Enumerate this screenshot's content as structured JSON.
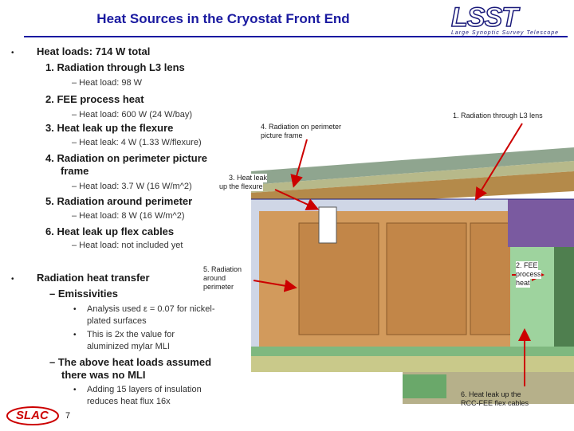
{
  "title": "Heat Sources in the Cryostat Front End",
  "logo": {
    "text": "LSST",
    "subtitle": "Large Synoptic Survey Telescope"
  },
  "bullets": {
    "heat_loads_header": "Heat loads:  714 W total",
    "items": [
      {
        "label": "1.  Radiation through L3 lens",
        "detail": "– Heat load:   98 W"
      },
      {
        "label": "2.  FEE process heat",
        "detail": "– Heat load:  600 W (24 W/bay)"
      },
      {
        "label": "3.  Heat leak up the flexure",
        "detail": "– Heat leak:  4 W (1.33 W/flexure)"
      },
      {
        "label_line1": "4.  Radiation on perimeter picture",
        "label_line2": "frame",
        "detail": "– Heat load:  3.7 W (16 W/m^2)"
      },
      {
        "label": "5.  Radiation around perimeter",
        "detail": "– Heat load:  8 W (16 W/m^2)"
      },
      {
        "label": "6.  Heat leak up flex cables",
        "detail": "– Heat load:  not included yet"
      }
    ],
    "radiation_header": "Radiation heat transfer",
    "emissivities": "–  Emissivities",
    "emis_points": [
      {
        "line1": "Analysis used ε = 0.07 for nickel-",
        "line2": "plated surfaces"
      },
      {
        "line1": "This is 2x the value for",
        "line2": "aluminized mylar MLI"
      }
    ],
    "mli_line1": "–  The above heat loads assumed",
    "mli_line2": "there was no MLI",
    "insulation_line1": "Adding 15 layers of insulation",
    "insulation_line2": "reduces heat flux 16x",
    "bullet_char": "•",
    "dot_char": "•"
  },
  "callouts": {
    "c1": "1. Radiation through L3 lens",
    "c4_line1": "4. Radiation on perimeter",
    "c4_line2": "picture frame",
    "c3_line1": "3. Heat leak",
    "c3_line2": "up the flexure",
    "c5_line1": "5. Radiation",
    "c5_line2": "around",
    "c5_line3": "perimeter",
    "c2_line1": "2. FEE",
    "c2_line2": "process",
    "c2_line3": "heat",
    "c6_line1": "6. Heat leak up the",
    "c6_line2": "RCC-FEE flex cables"
  },
  "page_number": "7",
  "slac_logo": "SLAC",
  "colors": {
    "title": "#1a1aa0",
    "arrow": "#cc0000",
    "frame": "#1a1a7a"
  }
}
